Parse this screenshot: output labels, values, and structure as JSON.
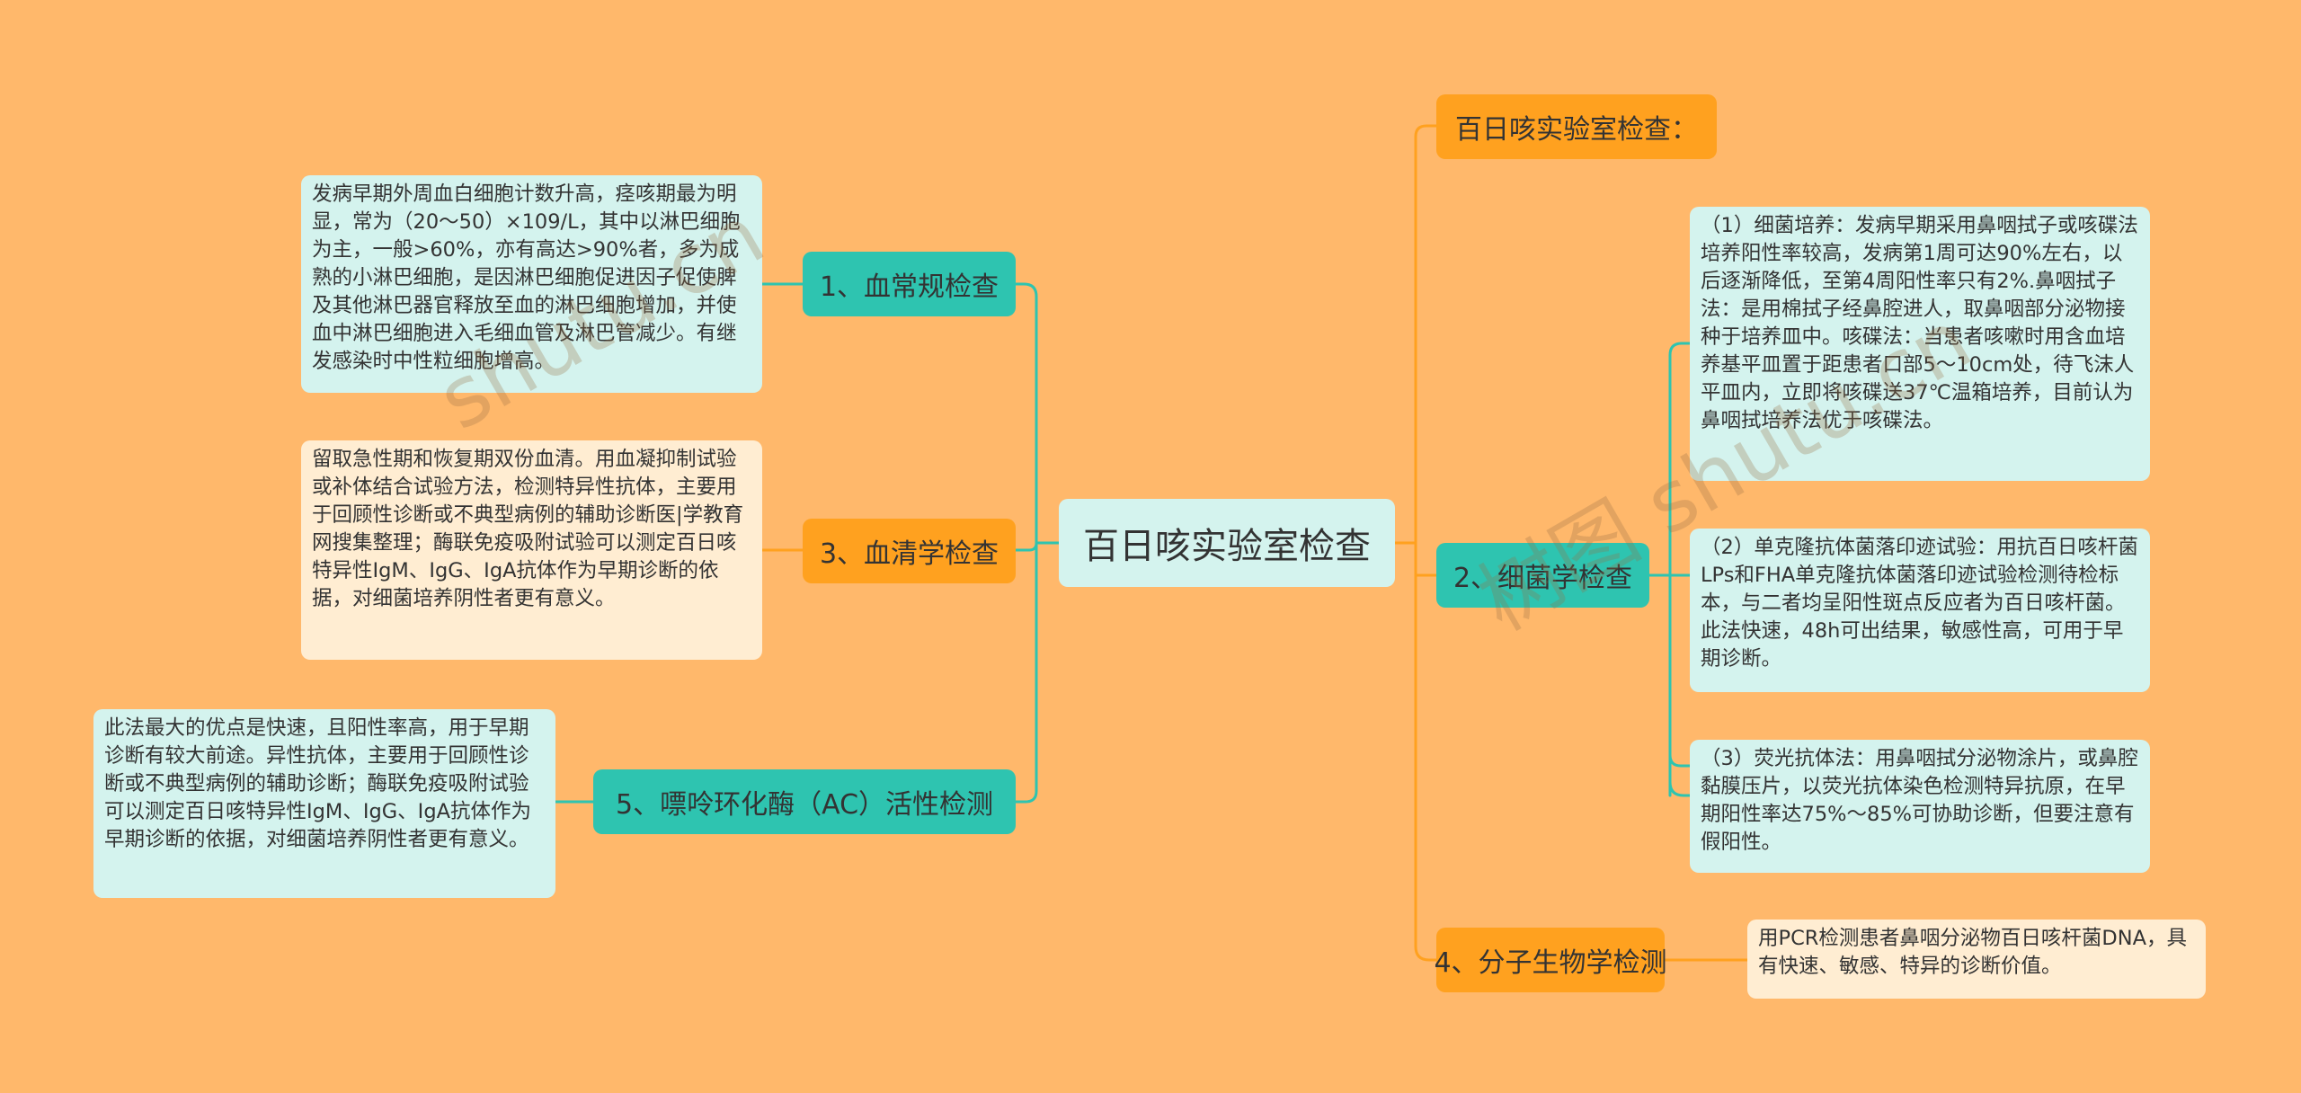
{
  "center": {
    "title": "百日咳实验室检查"
  },
  "left": {
    "blood": {
      "label": "1、血常规检查",
      "text": "发病早期外周血白细胞计数升高，痉咳期最为明显，常为（20～50）×109/L，其中以淋巴细胞为主，一般>60%，亦有高达>90%者，多为成熟的小淋巴细胞，是因淋巴细胞促进因子促使脾及其他淋巴器官释放至血的淋巴细胞增加，并使血中淋巴细胞进入毛细血管及淋巴管减少。有继发感染时中性粒细胞增高。"
    },
    "serum": {
      "label": "3、血清学检查",
      "text": "留取急性期和恢复期双份血清。用血凝抑制试验或补体结合试验方法，检测特异性抗体，主要用于回顾性诊断或不典型病例的辅助诊断医|学教育网搜集整理；酶联免疫吸附试验可以测定百日咳特异性IgM、IgG、IgA抗体作为早期诊断的依据，对细菌培养阴性者更有意义。"
    },
    "ac": {
      "label": "5、嘌呤环化酶（AC）活性检测",
      "text": "此法最大的优点是快速，且阳性率高，用于早期诊断有较大前途。异性抗体，主要用于回顾性诊断或不典型病例的辅助诊断；酶联免疫吸附试验可以测定百日咳特异性IgM、IgG、IgA抗体作为早期诊断的依据，对细菌培养阴性者更有意义。"
    }
  },
  "right": {
    "heading": {
      "label": "百日咳实验室检查："
    },
    "bacteria": {
      "label": "2、细菌学检查",
      "items": [
        "（1）细菌培养：发病早期采用鼻咽拭子或咳碟法培养阳性率较高，发病第1周可达90%左右，以后逐渐降低，至第4周阳性率只有2%.鼻咽拭子法：是用棉拭子经鼻腔进人，取鼻咽部分泌物接种于培养皿中。咳碟法：当患者咳嗽时用含血培养基平皿置于距患者口部5～10cm处，待飞沫人平皿内，立即将咳碟送37℃温箱培养，目前认为鼻咽拭培养法优于咳碟法。",
        "（2）单克隆抗体菌落印迹试验：用抗百日咳杆菌LPs和FHA单克隆抗体菌落印迹试验检测待检标本，与二者均呈阳性斑点反应者为百日咳杆菌。此法快速，48h可出结果，敏感性高，可用于早期诊断。",
        "（3）荧光抗体法：用鼻咽拭分泌物涂片，或鼻腔黏膜压片，以荧光抗体染色检测特异抗原，在早期阳性率达75%～85%可协助诊断，但要注意有假阳性。"
      ]
    },
    "molecular": {
      "label": "4、分子生物学检测",
      "text": "用PCR检测患者鼻咽分泌物百日咳杆菌DNA，具有快速、敏感、特异的诊断价值。"
    }
  },
  "watermarks": [
    "shutu.cn",
    "树图 shutu.cn"
  ],
  "colors": {
    "background": "#FFB86B",
    "teal": "#2EC4B0",
    "orange": "#FFA11F",
    "leaf_teal": "#D4F3EE",
    "leaf_cream": "#FFEDD2"
  }
}
